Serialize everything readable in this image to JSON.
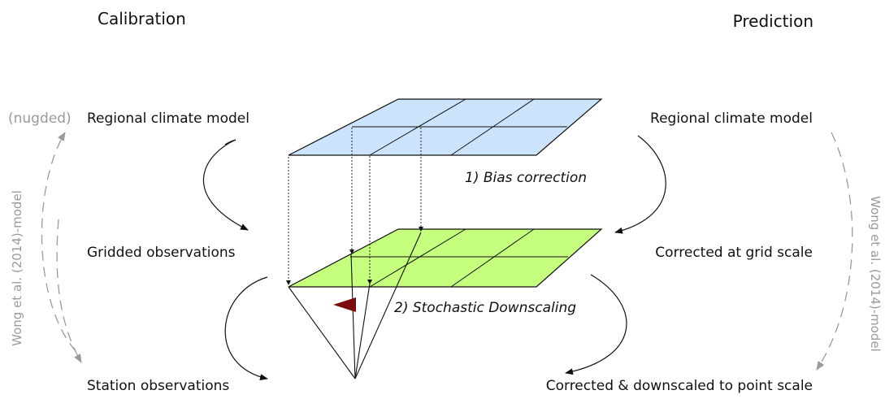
{
  "headers": {
    "left": "Calibration",
    "right": "Prediction"
  },
  "left_labels": {
    "rcm": "Regional climate model",
    "nudged": "(nugded)",
    "gridded": "Gridded observations",
    "station": "Station observations",
    "side_model": "Wong et al. (2014)-model"
  },
  "right_labels": {
    "rcm": "Regional climate model",
    "corrected_grid": "Corrected at grid scale",
    "corrected_point": "Corrected & downscaled to point scale",
    "side_model": "Wong et al. (2014)-model"
  },
  "steps": {
    "bias": "1) Bias correction",
    "downscaling": "2) Stochastic Downscaling"
  },
  "colors": {
    "rcm_grid": "#cce4fb",
    "obs_grid": "#c6fe7e",
    "station_flag": "#7a0c0c",
    "dashed_arrow": "#9a9a9a"
  }
}
